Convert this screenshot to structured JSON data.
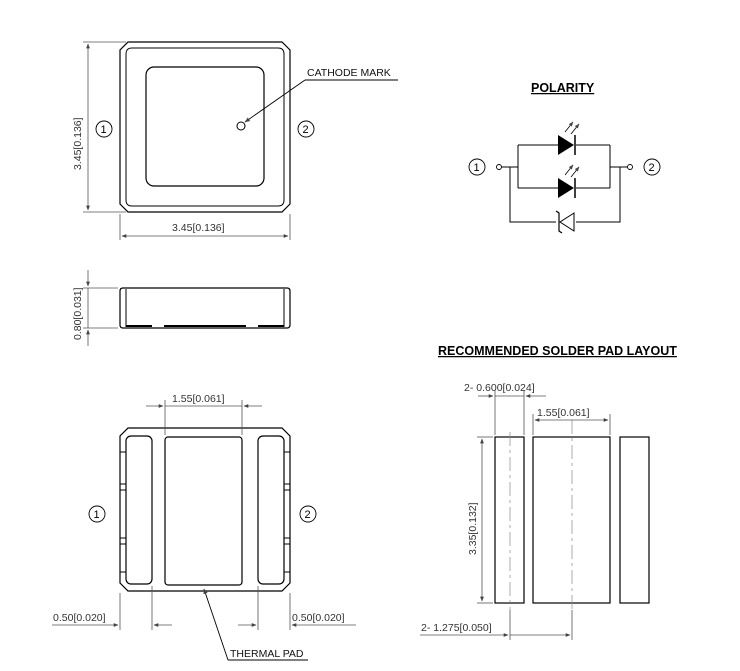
{
  "top_view": {
    "dim_vertical": "3.45",
    "dim_vertical_inch": "0.136",
    "dim_horizontal": "3.45",
    "dim_horizontal_inch": "0.136",
    "cathode_label": "CATHODE MARK",
    "pin1": "1",
    "pin2": "2"
  },
  "side_view": {
    "dim_height": "0.80",
    "dim_height_inch": "0.031"
  },
  "bottom_view": {
    "dim_thermal_width": "1.55",
    "dim_thermal_width_inch": "0.061",
    "dim_left_pad": "0.50",
    "dim_left_pad_inch": "0.020",
    "dim_right_pad": "0.50",
    "dim_right_pad_inch": "0.020",
    "thermal_label": "THERMAL PAD",
    "pin1": "1",
    "pin2": "2"
  },
  "polarity": {
    "title": "POLARITY",
    "pin1": "1",
    "pin2": "2"
  },
  "solder_pad": {
    "title": "RECOMMENDED SOLDER PAD LAYOUT",
    "dim_pad_width_prefix": "2- 0.600",
    "dim_pad_width_inch": "0.024",
    "dim_center_width": "1.55",
    "dim_center_width_inch": "0.061",
    "dim_height": "3.35",
    "dim_height_inch": "0.132",
    "dim_pitch_prefix": "2- 1.275",
    "dim_pitch_inch": "0.050"
  }
}
